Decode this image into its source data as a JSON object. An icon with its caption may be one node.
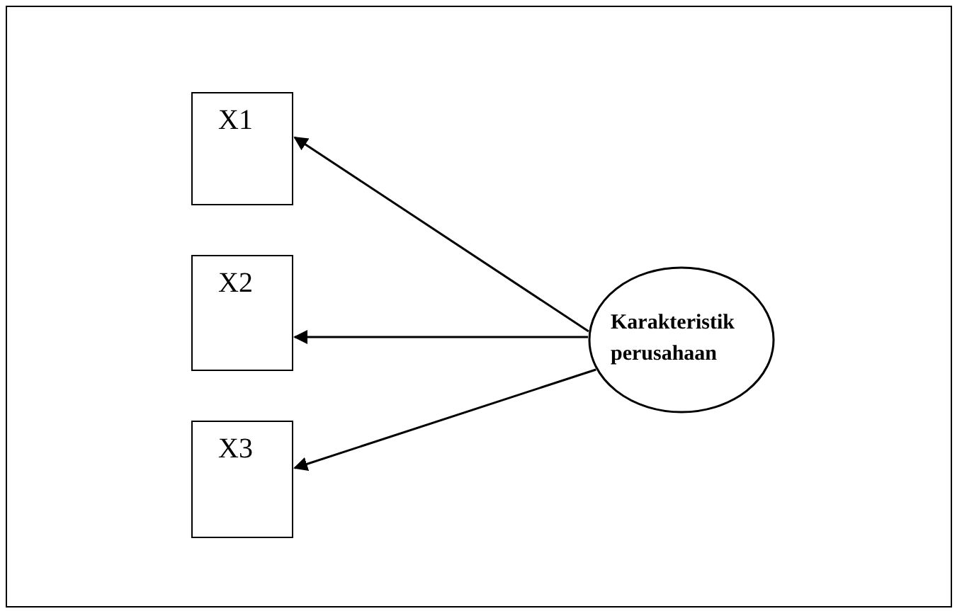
{
  "diagram": {
    "nodes": [
      {
        "text": [
          "X1"
        ]
      },
      {
        "text": [
          "X2"
        ]
      },
      {
        "text": [
          "X3"
        ]
      },
      {
        "text": [
          "Karakteristik perusahaan"
        ]
      }
    ],
    "edges": [
      {
        "from": 3,
        "to": 0,
        "arrow": "to"
      },
      {
        "from": 3,
        "to": 1,
        "arrow": "to"
      },
      {
        "from": 3,
        "to": 2,
        "arrow": "to"
      }
    ]
  }
}
